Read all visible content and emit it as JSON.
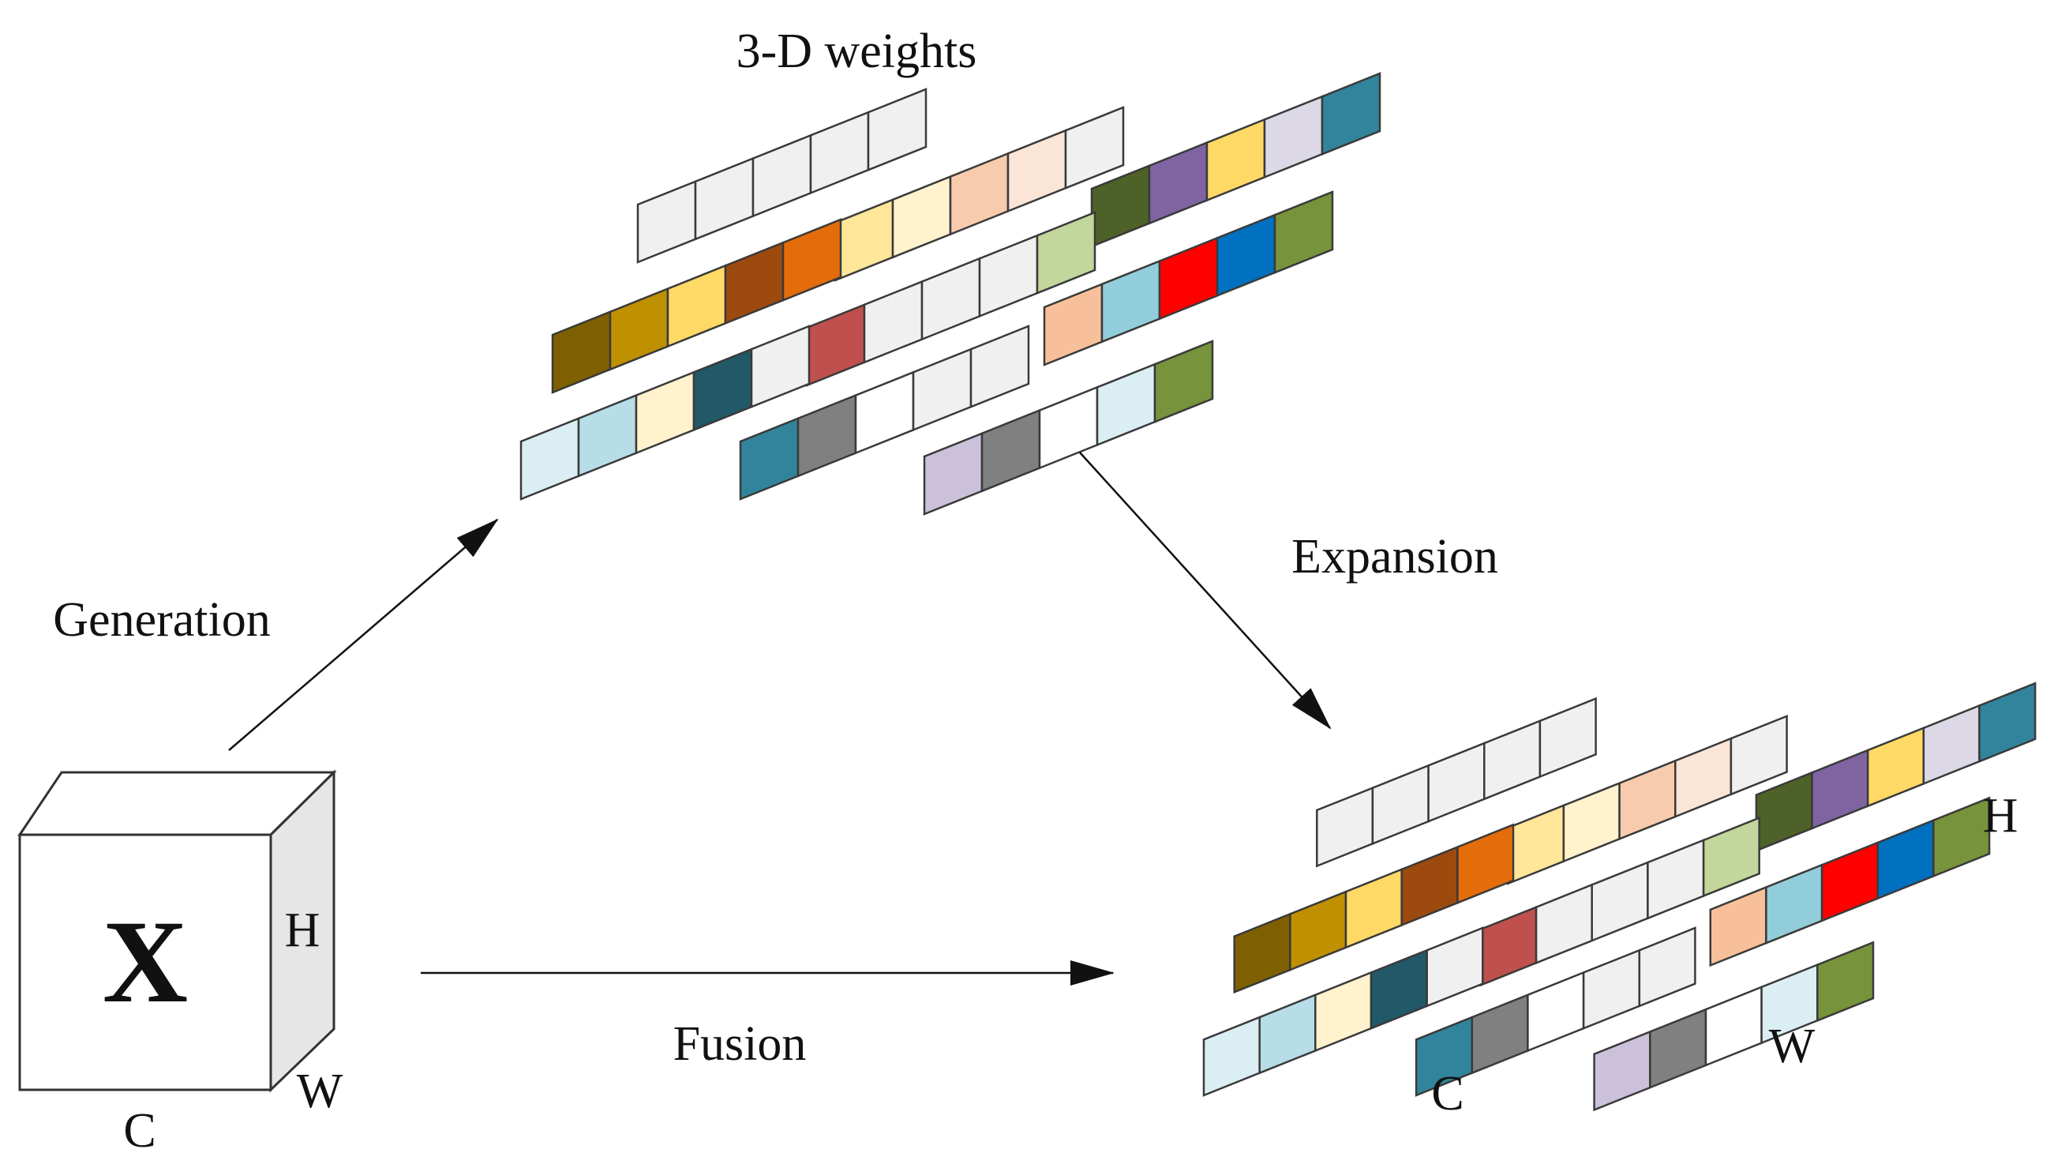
{
  "labels": {
    "weights_title": "3-D weights",
    "generation": "Generation",
    "expansion": "Expansion",
    "fusion": "Fusion",
    "input_symbol": "X",
    "cube_h": "H",
    "cube_w": "W",
    "cube_c": "C",
    "output_h": "H",
    "output_w": "W",
    "output_c": "C"
  },
  "weight_rows": [
    [
      "#f0f0f0",
      "#f0f0f0",
      "#f0f0f0",
      "#f0f0f0",
      "#f0f0f0"
    ],
    [
      "#ffe699",
      "#fff2cc",
      "#f8cbad",
      "#fbe5d6",
      "#f0f0f0"
    ],
    [
      "#4e6128",
      "#8064a2",
      "#ffd966",
      "#dcd8e6",
      "#31849b"
    ],
    [
      "#7f6000",
      "#bf9000",
      "#ffd966",
      "#9c4a0e",
      "#e46c0a"
    ],
    [
      "#c0504d",
      "#f0f0f0",
      "#f0f0f0",
      "#f0f0f0",
      "#c3d69b"
    ],
    [
      "#f8c09a",
      "#92cddc",
      "#ff0000",
      "#0070c0",
      "#77933c"
    ],
    [
      "#dbeef4",
      "#b7dde8",
      "#fff2cc",
      "#215968",
      "#f0f0f0"
    ],
    [
      "#31849b",
      "#808080",
      "#ffffff",
      "#f0f0f0",
      "#f0f0f0"
    ],
    [
      "#ccc1da",
      "#808080",
      "#ffffff",
      "#dbeef4",
      "#77933c"
    ]
  ],
  "input_colors": {
    "front": "#ffffff",
    "side": "#e6e6e6",
    "top": "#ffffff"
  }
}
